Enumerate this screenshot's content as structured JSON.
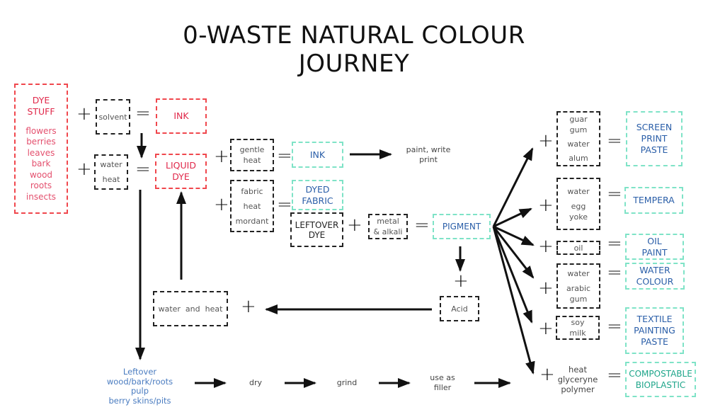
{
  "title": {
    "line1": "0-WASTE NATURAL COLOUR",
    "line2": "JOURNEY"
  },
  "operators": {
    "plus": "+",
    "equals": "="
  },
  "dye_stuff": {
    "heading1": "DYE",
    "heading2": "STUFF",
    "items": [
      "flowers",
      "berries",
      "leaves",
      "bark",
      "wood",
      "roots",
      "insects"
    ]
  },
  "step1": {
    "ingredient": "solvent",
    "result": "INK"
  },
  "step2": {
    "ingredient1": "water",
    "ingredient2": "heat",
    "result1": "LIQUID",
    "result2": "DYE"
  },
  "branch_ink": {
    "ingredient1": "gentle",
    "ingredient2": "heat",
    "result": "INK",
    "use1": "paint, write",
    "use2": "print"
  },
  "branch_fabric": {
    "ingredient1": "fabric",
    "ingredient2": "heat",
    "ingredient3": "mordant",
    "result1": "DYED",
    "result2": "FABRIC"
  },
  "leftover_dye": {
    "line1": "LEFTOVER",
    "line2": "DYE",
    "ingredient1": "metal",
    "ingredient2": "& alkali",
    "result": "PIGMENT"
  },
  "acid_loop": {
    "acid": "Acid",
    "water_heat": "water  and  heat"
  },
  "pigment_outputs": [
    {
      "ingredients": [
        "guar",
        "gum",
        "water",
        "alum"
      ],
      "result": [
        "SCREEN",
        "PRINT",
        "PASTE"
      ]
    },
    {
      "ingredients": [
        "water",
        "egg",
        "yoke"
      ],
      "result": [
        "TEMPERA"
      ]
    },
    {
      "ingredients": [
        "oil"
      ],
      "result": [
        "OIL",
        "PAINT"
      ]
    },
    {
      "ingredients": [
        "water",
        "arabic",
        "gum"
      ],
      "result": [
        "WATER",
        "COLOUR"
      ]
    },
    {
      "ingredients": [
        "soy",
        "milk"
      ],
      "result": [
        "TEXTILE",
        "PAINTING",
        "PASTE"
      ]
    },
    {
      "ingredients": [
        "heat",
        "glyceryne",
        "polymer"
      ],
      "result": [
        "COMPOSTABLE",
        "BIOPLASTIC"
      ]
    }
  ],
  "leftover_chain": {
    "source": [
      "Leftover",
      "wood/bark/roots",
      "pulp",
      "berry skins/pits"
    ],
    "steps": [
      "dry",
      "grind"
    ],
    "filler": [
      "use as",
      "filler"
    ]
  }
}
